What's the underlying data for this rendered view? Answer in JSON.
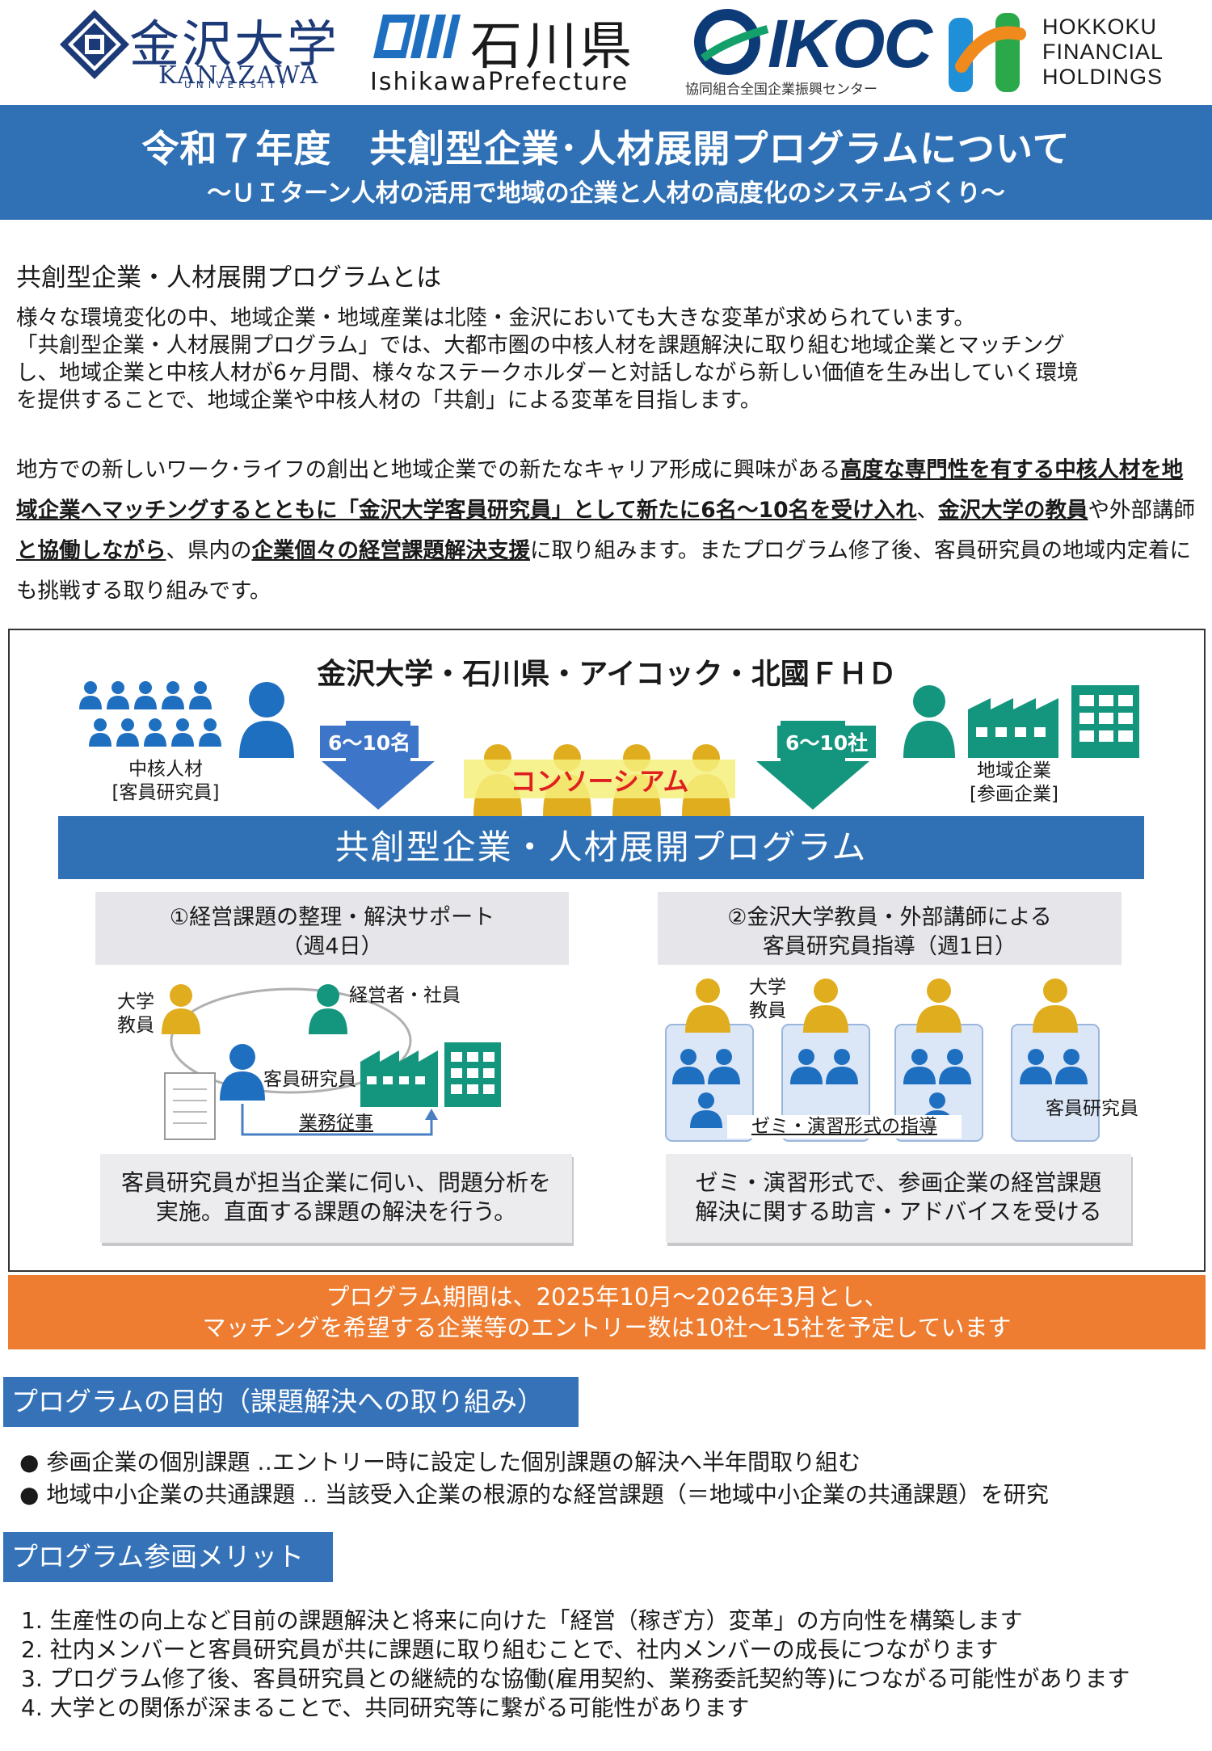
{
  "logos": {
    "kanazawa_name": "金沢大学",
    "kanazawa_roman": "KANAZAWA",
    "kanazawa_univ": "UNIVERSITY",
    "ishikawa_name": "石川県",
    "ishikawa_roman": "IshikawaPrefecture",
    "ikoc_name": "IKOC",
    "ikoc_sub": "協同組合全国企業振興センター",
    "hokkoku_line1": "HOKKOKU",
    "hokkoku_line2": "FINANCIAL",
    "hokkoku_line3": "HOLDINGS"
  },
  "banner": {
    "title": "令和７年度　共創型企業･人材展開プログラムについて",
    "subtitle": "～ＵＩターン人材の活用で地域の企業と人材の高度化のシステムづくり～"
  },
  "intro": {
    "heading": "共創型企業・人材展開プログラムとは",
    "para1_line1": "様々な環境変化の中、地域企業・地域産業は北陸・金沢においても大きな変革が求められています。",
    "para1_line2": "「共創型企業・人材展開プログラム」では、大都市圏の中核人材を課題解決に取り組む地域企業とマッチング",
    "para1_line3": "し、地域企業と中核人材が6ヶ月間、様々なステークホルダーと対話しながら新しい価値を生み出していく環境",
    "para1_line4": "を提供することで、地域企業や中核人材の「共創」による変革を目指します。",
    "p2_a": "地方での新しいワーク･ライフの創出と地域企業での新たなキャリア形成に興味がある",
    "p2_b": "高度な専門性を有する中核人材を地域企業へマッチングするとともに「金沢大学客員研究員」として新たに6名～10名を受け入れ",
    "p2_c": "、",
    "p2_d": "金沢大学の教員",
    "p2_e": "や外部講師",
    "p2_f": "と協働しながら",
    "p2_g": "、県内の",
    "p2_h": "企業個々の経営課題解決支援",
    "p2_i": "に取り組みます。またプログラム修了後、客員研究員の地域内定着にも挑戦する取り組みです。"
  },
  "diagram": {
    "orgs": "金沢大学・石川県・アイコック・北國ＦＨＤ",
    "left_tag": "6～10名",
    "right_tag": "6～10社",
    "consortium": "コンソーシアム",
    "left_label_1": "中核人材",
    "left_label_2": "[客員研究員]",
    "right_label_1": "地域企業",
    "right_label_2": "[参画企業]",
    "program": "共創型企業・人材展開プログラム",
    "panel1_line1": "①経営課題の整理・解決サポート",
    "panel1_line2": "（週4日）",
    "panel2_line1": "②金沢大学教員・外部講師による",
    "panel2_line2": "客員研究員指導（週1日）",
    "p1_prof_1": "大学",
    "p1_prof_2": "教員",
    "p1_exec": "経営者・社員",
    "p1_researcher": "客員研究員",
    "p1_work": "業務従事",
    "p2_prof_1": "大学",
    "p2_prof_2": "教員",
    "p2_seminar": "ゼミ・演習形式の指導",
    "p2_researcher": "客員研究員",
    "caption1_line1": "客員研究員が担当企業に伺い、問題分析を",
    "caption1_line2": "実施。直面する課題の解決を行う。",
    "caption2_line1": "ゼミ・演習形式で、参画企業の経営課題",
    "caption2_line2": "解決に関する助言・アドバイスを受ける"
  },
  "period": {
    "line1": "プログラム期間は、2025年10月～2026年3月とし、",
    "line2": "マッチングを希望する企業等のエントリー数は10社～15社を予定しています"
  },
  "purpose": {
    "heading": "プログラムの目的（課題解決への取り組み）",
    "items": [
      {
        "label": "参画企業の個別課題",
        "text": " ‥エントリー時に設定した個別課題の解決へ半年間取り組む"
      },
      {
        "label": "地域中小企業の共通課題",
        "text": " ‥ 当該受入企業の根源的な経営課題（＝地域中小企業の共通課題）を研究"
      }
    ]
  },
  "merits": {
    "heading": "プログラム参画メリット",
    "items": [
      "1. 生産性の向上など目前の課題解決と将来に向けた「経営（稼ぎ方）変革」の方向性を構築します",
      "2. 社内メンバーと客員研究員が共に課題に取り組むことで、社内メンバーの成長につながります",
      "3. プログラム修了後、客員研究員との継続的な協働(雇用契約、業務委託契約等)につながる可能性があります",
      "4. 大学との関係が深まることで、共同研究等に繋がる可能性があります"
    ]
  },
  "colors": {
    "banner_blue": "#3071b5",
    "person_blue": "#1f6fc1",
    "teal": "#14957e",
    "gold": "#e0ad1f",
    "orange": "#ee7d31",
    "red_text": "#e02020",
    "highlight_yellow": "#f6f07c"
  }
}
